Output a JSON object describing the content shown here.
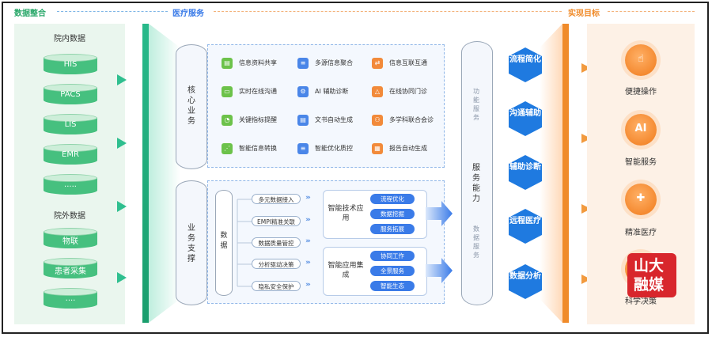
{
  "headers": {
    "integration": "数据整合",
    "medical_service": "医疗服务",
    "goal": "实现目标"
  },
  "left": {
    "internal_title": "院内数据",
    "internal": [
      "HIS",
      "PACS",
      "LIS",
      "EMR",
      "....."
    ],
    "external_title": "院外数据",
    "external": [
      "物联",
      "患者采集",
      "...."
    ]
  },
  "middle": {
    "core_label": "核心业务",
    "support_label": "业务支撑",
    "core_items": [
      {
        "label": "信息资料共享",
        "icon": "document-icon",
        "color": "#6cc24a"
      },
      {
        "label": "多源信息聚合",
        "icon": "database-icon",
        "color": "#4a86e8"
      },
      {
        "label": "信息互联互通",
        "icon": "link-icon",
        "color": "#f28a3a"
      },
      {
        "label": "实时在线沟通",
        "icon": "chat-icon",
        "color": "#6cc24a"
      },
      {
        "label": "AI 辅助诊断",
        "icon": "ai-icon",
        "color": "#4a86e8"
      },
      {
        "label": "在线协同门诊",
        "icon": "warning-icon",
        "color": "#f28a3a"
      },
      {
        "label": "关键指标提醒",
        "icon": "bell-icon",
        "color": "#6cc24a"
      },
      {
        "label": "文书自动生成",
        "icon": "file-icon",
        "color": "#4a86e8"
      },
      {
        "label": "多学科联合会诊",
        "icon": "team-icon",
        "color": "#f28a3a"
      },
      {
        "label": "智能信息转换",
        "icon": "chart-icon",
        "color": "#6cc24a"
      },
      {
        "label": "智能优化质控",
        "icon": "database-icon",
        "color": "#4a86e8"
      },
      {
        "label": "报告自动生成",
        "icon": "report-icon",
        "color": "#f28a3a"
      }
    ],
    "data_label": "数据",
    "data_items": [
      "多元数据接入",
      "EMPI精准关联",
      "数据质量管控",
      "分析驱动决策",
      "隐私安全保护"
    ],
    "tech_title": "智能技术应用",
    "tech_items": [
      "流程优化",
      "数据挖掘",
      "服务拓展"
    ],
    "integ_title": "智能应用集成",
    "integ_items": [
      "协同工作",
      "全景服务",
      "智能生态"
    ]
  },
  "capability": {
    "title": "服务能力",
    "upper": "功能服务",
    "lower": "数据服务"
  },
  "hexes": [
    "流程简化",
    "沟通辅助",
    "辅助诊断",
    "远程医疗",
    "数据分析"
  ],
  "goals": [
    {
      "label": "便捷操作",
      "icon": "touch-icon"
    },
    {
      "label": "智能服务",
      "icon": "ai-head-icon"
    },
    {
      "label": "精准医疗",
      "icon": "heart-icon"
    },
    {
      "label": "科学决策",
      "icon": "bulb-icon"
    }
  ],
  "watermark": "山大融媒",
  "colors": {
    "green": "#46c07f",
    "blue": "#1f7ae0",
    "orange": "#f08b2a"
  }
}
